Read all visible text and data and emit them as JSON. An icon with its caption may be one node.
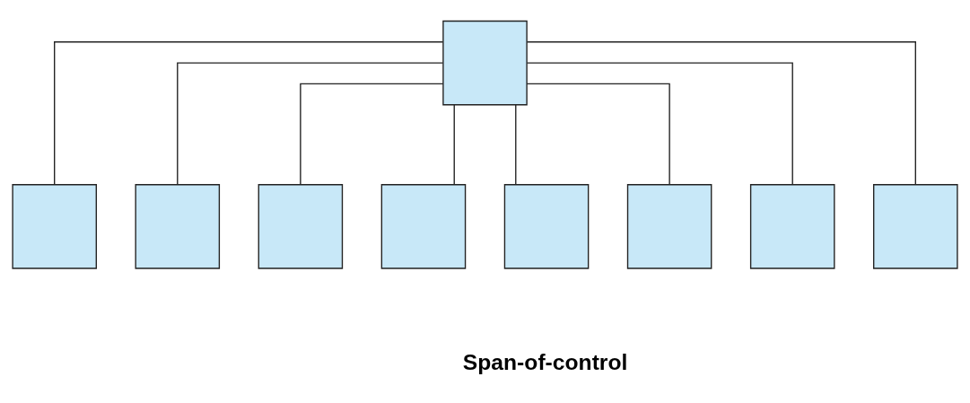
{
  "diagram": {
    "nodes": [
      {
        "text": [],
        "shape": "box"
      },
      {
        "text": [],
        "shape": "box"
      },
      {
        "text": [],
        "shape": "box"
      },
      {
        "text": [],
        "shape": "box"
      },
      {
        "text": [],
        "shape": "box"
      },
      {
        "text": [],
        "shape": "box"
      },
      {
        "text": [],
        "shape": "box"
      },
      {
        "text": [],
        "shape": "box"
      },
      {
        "text": [],
        "shape": "box"
      }
    ],
    "edges": [
      {
        "from": 0,
        "to": 1,
        "arrow": "none"
      },
      {
        "from": 0,
        "to": 2,
        "arrow": "none"
      },
      {
        "from": 0,
        "to": 3,
        "arrow": "none"
      },
      {
        "from": 0,
        "to": 4,
        "arrow": "none"
      },
      {
        "from": 0,
        "to": 5,
        "arrow": "none"
      },
      {
        "from": 0,
        "to": 6,
        "arrow": "none"
      },
      {
        "from": 0,
        "to": 7,
        "arrow": "none"
      },
      {
        "from": 0,
        "to": 8,
        "arrow": "none"
      }
    ],
    "labels": [
      "Span-of-control"
    ]
  }
}
